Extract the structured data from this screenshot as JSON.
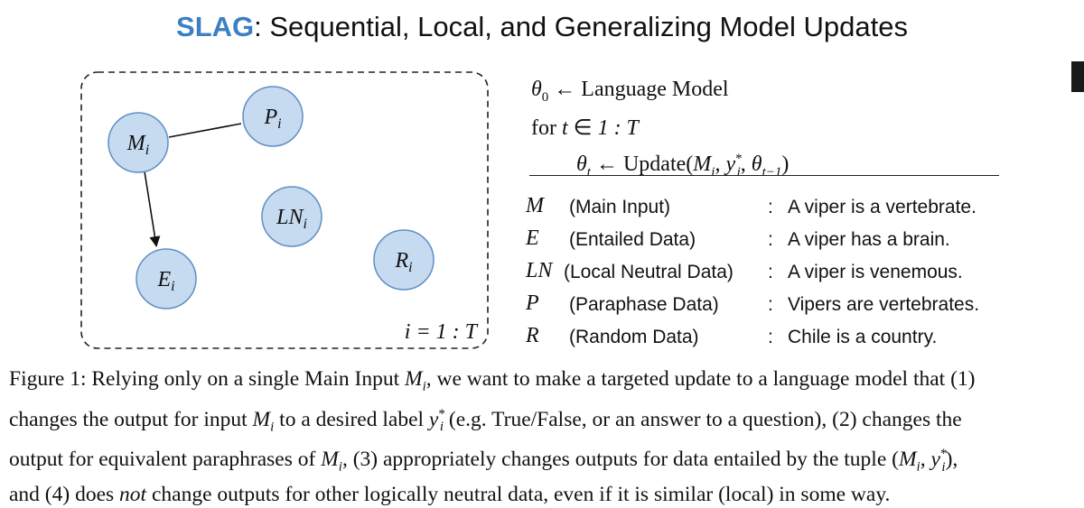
{
  "title": {
    "acronym": "SLAG",
    "rest": ": Sequential, Local, and Generalizing Model Updates"
  },
  "diagram": {
    "plate_label": "i = 1 : T",
    "nodes": [
      {
        "id": "M",
        "main": "M",
        "sub": "i"
      },
      {
        "id": "P",
        "main": "P",
        "sub": "i"
      },
      {
        "id": "LN",
        "main": "LN",
        "sub": "i"
      },
      {
        "id": "R",
        "main": "R",
        "sub": "i"
      },
      {
        "id": "E",
        "main": "E",
        "sub": "i"
      }
    ],
    "colors": {
      "node_fill": "#c6daf0",
      "node_stroke": "#5f8fc4",
      "edge": "#111111"
    }
  },
  "algorithm": {
    "line1": {
      "lhs": "θ",
      "lhs_sub": "0",
      "arrow": "←",
      "rhs": "Language Model"
    },
    "line2": {
      "kw": "for",
      "var": "t",
      "in": "∈",
      "range": "1 : T"
    },
    "line3": {
      "lhs": "θ",
      "lhs_sub": "t",
      "arrow": "←",
      "fn": "Update(",
      "arg1": "M",
      "arg1_sub": "i",
      "sep": ", ",
      "arg2": "y",
      "arg2_sub": "i",
      "arg2_sup": "*",
      "sep2": ", ",
      "arg3": "θ",
      "arg3_sub": "t−1",
      "close": ")"
    }
  },
  "definitions": [
    {
      "symbol": "M",
      "desc": "(Main Input)",
      "colon": ":",
      "example": "A viper is a vertebrate."
    },
    {
      "symbol": "E",
      "desc": "(Entailed Data)",
      "colon": ":",
      "example": "A viper has a brain."
    },
    {
      "symbol": "LN",
      "desc": "(Local Neutral Data)",
      "colon": ":",
      "example": "A viper is venemous."
    },
    {
      "symbol": "P",
      "desc": "(Paraphase Data)",
      "colon": ":",
      "example": "Vipers are vertebrates."
    },
    {
      "symbol": "R",
      "desc": "(Random Data)",
      "colon": ":",
      "example": "Chile is a country."
    }
  ],
  "caption": {
    "l1a": "Figure 1: Relying only on a single Main Input ",
    "l1b": ", we want to make a targeted update to a language model that (1)",
    "l2a": "changes the output for input ",
    "l2b": " to a desired label ",
    "l2c": " (e.g. True/False, or an answer to a question), (2) changes the",
    "l3a": "output for equivalent paraphrases of ",
    "l3b": ", (3) appropriately changes outputs for data entailed by the tuple (",
    "l3c": ", ",
    "l3d": "),",
    "l4a": "and (4) does ",
    "l4b": "not",
    "l4c": " change outputs for other logically neutral data, even if it is similar (local) in some way.",
    "sym_M": "M",
    "sym_y": "y",
    "sub_i": "i",
    "sup_star": "*"
  }
}
